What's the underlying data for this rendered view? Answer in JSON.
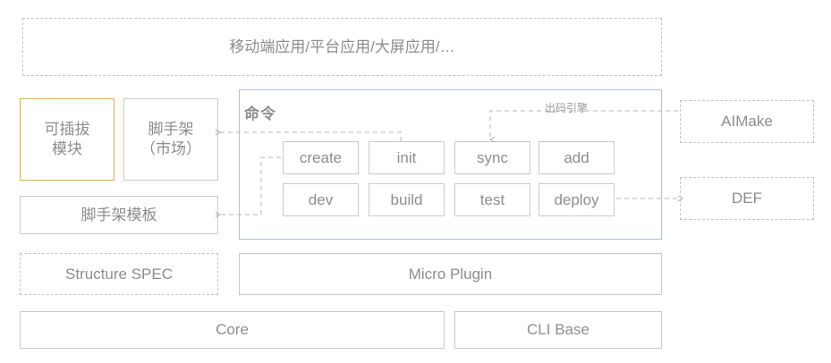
{
  "diagram": {
    "title_banner": {
      "label": "移动端应用/平台应用/大屏应用/…"
    },
    "left_column": {
      "pluggable_module": "可插拔\n模块",
      "pluggable_module_line1": "可插拔",
      "pluggable_module_line2": "模块",
      "scaffold_market_line1": "脚手架",
      "scaffold_market_line2": "（市场）",
      "scaffold_template": "脚手架模板",
      "structure_spec": "Structure SPEC"
    },
    "command_panel": {
      "title": "命令",
      "engine_label": "出码引擎",
      "commands_row1": [
        "create",
        "init",
        "sync",
        "add"
      ],
      "commands_row2": [
        "dev",
        "build",
        "test",
        "deploy"
      ]
    },
    "right_column": {
      "aimake": "AIMake",
      "def": "DEF"
    },
    "bottom": {
      "micro_plugin": "Micro Plugin",
      "core": "Core",
      "cli_base": "CLI Base"
    },
    "colors": {
      "accent_blue": "#a8c4dd",
      "accent_gold": "#d8ae5c",
      "border_gray": "#c9c9c9",
      "text_gray": "#8d8d8d"
    }
  }
}
